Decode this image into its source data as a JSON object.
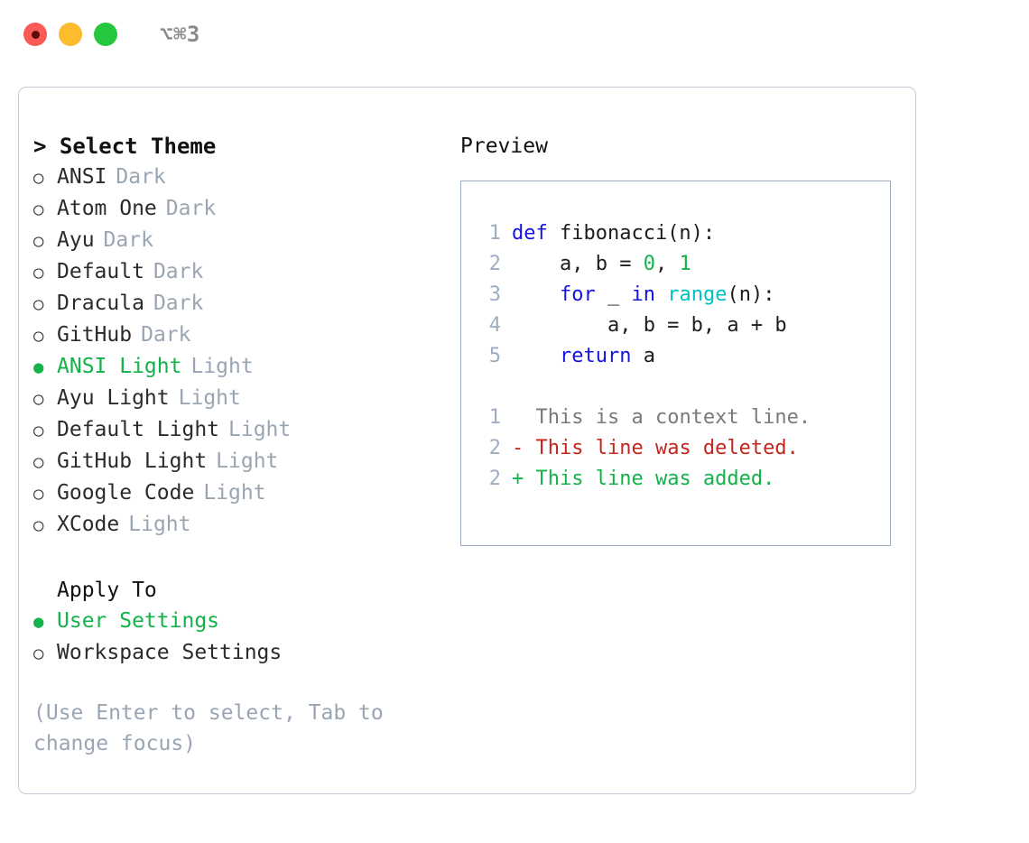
{
  "titlebar": {
    "shortcut": "⌥⌘3",
    "buttons": [
      "close",
      "minimize",
      "maximize"
    ]
  },
  "theme_panel": {
    "header": "> Select Theme",
    "items": [
      {
        "bullet": "○",
        "label": "ANSI",
        "tag": "Dark",
        "selected": false
      },
      {
        "bullet": "○",
        "label": "Atom One",
        "tag": "Dark",
        "selected": false
      },
      {
        "bullet": "○",
        "label": "Ayu",
        "tag": "Dark",
        "selected": false
      },
      {
        "bullet": "○",
        "label": "Default",
        "tag": "Dark",
        "selected": false
      },
      {
        "bullet": "○",
        "label": "Dracula",
        "tag": "Dark",
        "selected": false
      },
      {
        "bullet": "○",
        "label": "GitHub",
        "tag": "Dark",
        "selected": false
      },
      {
        "bullet": "●",
        "label": "ANSI Light",
        "tag": "Light",
        "selected": true
      },
      {
        "bullet": "○",
        "label": "Ayu Light",
        "tag": "Light",
        "selected": false
      },
      {
        "bullet": "○",
        "label": "Default Light",
        "tag": "Light",
        "selected": false
      },
      {
        "bullet": "○",
        "label": "GitHub Light",
        "tag": "Light",
        "selected": false
      },
      {
        "bullet": "○",
        "label": "Google Code",
        "tag": "Light",
        "selected": false
      },
      {
        "bullet": "○",
        "label": "XCode",
        "tag": "Light",
        "selected": false
      }
    ],
    "apply_to_header": "Apply To",
    "apply_to_items": [
      {
        "bullet": "●",
        "label": "User Settings",
        "selected": true
      },
      {
        "bullet": "○",
        "label": "Workspace Settings",
        "selected": false
      }
    ],
    "hint": "(Use Enter to select, Tab to change focus)"
  },
  "preview": {
    "title": "Preview",
    "code_lines": [
      {
        "num": "1",
        "segments": [
          {
            "text": "def ",
            "style": "kw"
          },
          {
            "text": "fibonacci(n):",
            "style": "txt"
          }
        ]
      },
      {
        "num": "2",
        "segments": [
          {
            "text": "    a, b = ",
            "style": "txt"
          },
          {
            "text": "0",
            "style": "num"
          },
          {
            "text": ", ",
            "style": "txt"
          },
          {
            "text": "1",
            "style": "num"
          }
        ]
      },
      {
        "num": "3",
        "segments": [
          {
            "text": "    ",
            "style": "txt"
          },
          {
            "text": "for",
            "style": "kw"
          },
          {
            "text": " _ ",
            "style": "txt"
          },
          {
            "text": "in",
            "style": "kw"
          },
          {
            "text": " ",
            "style": "txt"
          },
          {
            "text": "range",
            "style": "fn"
          },
          {
            "text": "(n):",
            "style": "txt"
          }
        ]
      },
      {
        "num": "4",
        "segments": [
          {
            "text": "        a, b = b, a + b",
            "style": "txt"
          }
        ]
      },
      {
        "num": "5",
        "segments": [
          {
            "text": "    ",
            "style": "txt"
          },
          {
            "text": "return",
            "style": "kw"
          },
          {
            "text": " a",
            "style": "txt"
          }
        ]
      }
    ],
    "diff_lines": [
      {
        "num": "1",
        "marker": "  ",
        "text": "This is a context line.",
        "style": "ctx"
      },
      {
        "num": "2",
        "marker": "- ",
        "text": "This line was deleted.",
        "style": "del"
      },
      {
        "num": "2",
        "marker": "+ ",
        "text": "This line was added.",
        "style": "add"
      }
    ]
  },
  "colors": {
    "accent_green": "#12b34a",
    "keyword_blue": "#1414e0",
    "function_cyan": "#00c2c2",
    "diff_delete_red": "#c4261e",
    "muted_gray": "#9aa5b4",
    "border_gray": "#c3ccd6"
  }
}
